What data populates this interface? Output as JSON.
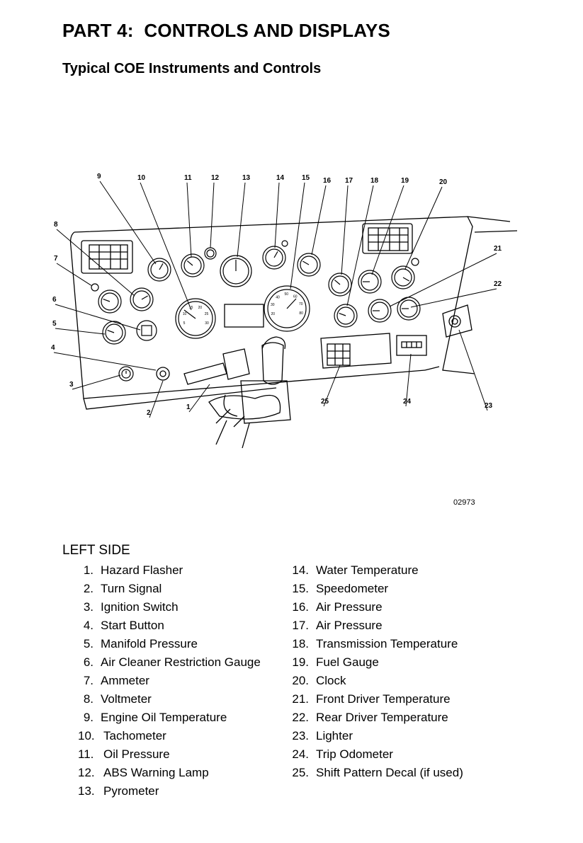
{
  "header": {
    "title": "PART 4:  CONTROLS AND DISPLAYS",
    "subtitle": "Typical COE Instruments and Controls"
  },
  "figure": {
    "id": "02973",
    "callouts": [
      "1",
      "2",
      "3",
      "4",
      "5",
      "6",
      "7",
      "8",
      "9",
      "10",
      "11",
      "12",
      "13",
      "14",
      "15",
      "16",
      "17",
      "18",
      "19",
      "20",
      "21",
      "22",
      "23",
      "24",
      "25"
    ],
    "tach_ticks": [
      "5",
      "10",
      "15",
      "20",
      "25",
      "30"
    ],
    "speedo_ticks": [
      "20",
      "30",
      "40",
      "50",
      "60",
      "70",
      "80"
    ]
  },
  "legend": {
    "section_title": "LEFT SIDE",
    "left_items": [
      {
        "num": "1.",
        "label": "Hazard Flasher"
      },
      {
        "num": "2.",
        "label": "Turn Signal"
      },
      {
        "num": "3.",
        "label": "Ignition Switch"
      },
      {
        "num": "4.",
        "label": "Start Button"
      },
      {
        "num": "5.",
        "label": "Manifold Pressure"
      },
      {
        "num": "6.",
        "label": "Air Cleaner Restriction Gauge"
      },
      {
        "num": "7.",
        "label": "Ammeter"
      },
      {
        "num": "8.",
        "label": "Voltmeter"
      },
      {
        "num": "9.",
        "label": "Engine Oil Temperature"
      },
      {
        "num": "10.",
        "label": "Tachometer"
      },
      {
        "num": "11.",
        "label": "Oil Pressure"
      },
      {
        "num": "12.",
        "label": "ABS Warning Lamp"
      },
      {
        "num": "13.",
        "label": "Pyrometer"
      }
    ],
    "right_items": [
      {
        "num": "14.",
        "label": "Water Temperature"
      },
      {
        "num": "15.",
        "label": "Speedometer"
      },
      {
        "num": "16.",
        "label": "Air Pressure"
      },
      {
        "num": "17.",
        "label": "Air Pressure"
      },
      {
        "num": "18.",
        "label": "Transmission Temperature"
      },
      {
        "num": "19.",
        "label": "Fuel Gauge"
      },
      {
        "num": "20.",
        "label": "Clock"
      },
      {
        "num": "21.",
        "label": "Front Driver Temperature"
      },
      {
        "num": "22.",
        "label": "Rear Driver Temperature"
      },
      {
        "num": "23.",
        "label": "Lighter"
      },
      {
        "num": "24.",
        "label": "Trip Odometer"
      },
      {
        "num": "25.",
        "label": "Shift Pattern Decal (if used)"
      }
    ]
  }
}
